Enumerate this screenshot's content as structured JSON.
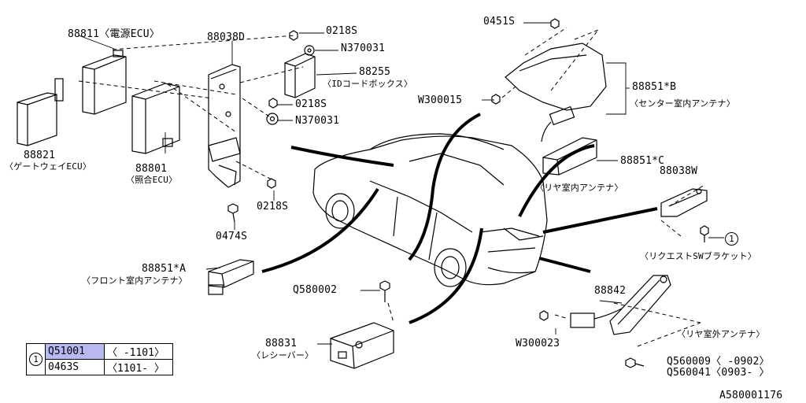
{
  "labels": {
    "p88811": "88811〈電源ECU〉",
    "p88038d": "88038D",
    "p0218s_a": "0218S",
    "p0451s": "0451S",
    "n370031_a": "N370031",
    "p88255": "88255",
    "p88255_sub": "〈IDコードボックス〉",
    "w300015": "W300015",
    "p0218s_b": "0218S",
    "n370031_b": "N370031",
    "p88851b": "88851*B",
    "p88851b_sub": "〈センター室内アンテナ〉",
    "p88821": "88821",
    "p88821_sub": "〈ゲートウェイECU〉",
    "p88801": "88801",
    "p88801_sub": "〈照合ECU〉",
    "p88851c": "88851*C",
    "p88851c_sub": "〈リヤ室内アンテナ〉",
    "p88038w": "88038W",
    "p0218s_c": "0218S",
    "p0474s": "0474S",
    "ref_circle": "1",
    "p_reqsw": "〈リクエストSWブラケット〉",
    "p88851a": "88851*A",
    "p88851a_sub": "〈フロント室内アンテナ〉",
    "q580002": "Q580002",
    "p88842": "88842",
    "p88831": "88831",
    "p88831_sub": "〈レシーバー〉",
    "w300023": "W300023",
    "p_rear_ext": "〈リヤ室外アンテナ〉",
    "q560009": "Q560009〈  -0902〉",
    "q560041": "Q560041〈0903-  〉",
    "diagram_id": "A580001176"
  },
  "parts_table": {
    "ref": "1",
    "rows": [
      {
        "part": "Q51001",
        "range": "〈  -1101〉",
        "highlight": true
      },
      {
        "part": "0463S",
        "range": "〈1101-  〉",
        "highlight": false
      }
    ]
  }
}
